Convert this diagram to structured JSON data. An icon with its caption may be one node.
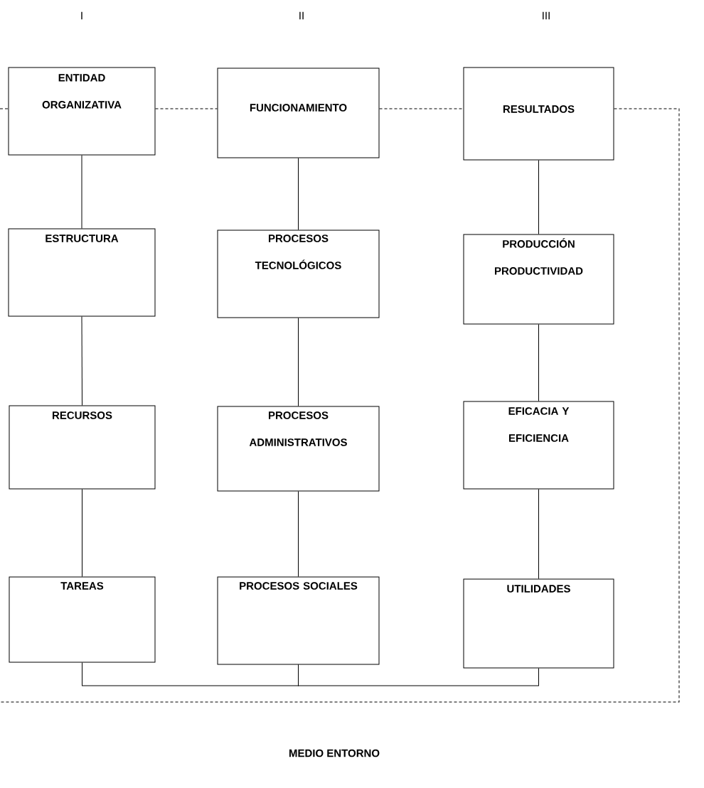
{
  "diagram": {
    "nodes": [
      {
        "text": [
          "ENTIDAD ORGANIZATIVA"
        ]
      },
      {
        "text": [
          "FUNCIONAMIENTO"
        ]
      },
      {
        "text": [
          "RESULTADOS"
        ]
      },
      {
        "text": [
          "ESTRUCTURA"
        ]
      },
      {
        "text": [
          "PROCESOS TECNOLÓGICOS"
        ]
      },
      {
        "text": [
          "PRODUCCIÓN PRODUCTIVIDAD"
        ]
      },
      {
        "text": [
          "RECURSOS"
        ]
      },
      {
        "text": [
          "PROCESOS ADMINISTRATIVOS"
        ]
      },
      {
        "text": [
          "EFICACIA Y EFICIENCIA"
        ]
      },
      {
        "text": [
          "TAREAS"
        ]
      },
      {
        "text": [
          "PROCESOS SOCIALES"
        ]
      },
      {
        "text": [
          "UTILIDADES"
        ]
      }
    ],
    "edges": [
      {
        "from": 0,
        "to": 3,
        "arrow": "none"
      },
      {
        "from": 3,
        "to": 6,
        "arrow": "none"
      },
      {
        "from": 6,
        "to": 9,
        "arrow": "none"
      },
      {
        "from": 1,
        "to": 4,
        "arrow": "none"
      },
      {
        "from": 4,
        "to": 7,
        "arrow": "none"
      },
      {
        "from": 7,
        "to": 10,
        "arrow": "none"
      },
      {
        "from": 2,
        "to": 5,
        "arrow": "none"
      },
      {
        "from": 5,
        "to": 8,
        "arrow": "none"
      },
      {
        "from": 8,
        "to": 11,
        "arrow": "none"
      },
      {
        "from": 9,
        "to": 10,
        "arrow": "none"
      },
      {
        "from": 10,
        "to": 11,
        "arrow": "none"
      },
      {
        "from": null,
        "to": 0,
        "arrow": "none",
        "style": "dashed"
      },
      {
        "from": 0,
        "to": 1,
        "arrow": "none",
        "style": "dashed"
      },
      {
        "from": 1,
        "to": 2,
        "arrow": "none",
        "style": "dashed"
      },
      {
        "from": 2,
        "to": null,
        "arrow": "none",
        "style": "dashed"
      }
    ],
    "labels": [
      "I",
      "II",
      "III",
      "MEDIO ENTORNO"
    ]
  }
}
